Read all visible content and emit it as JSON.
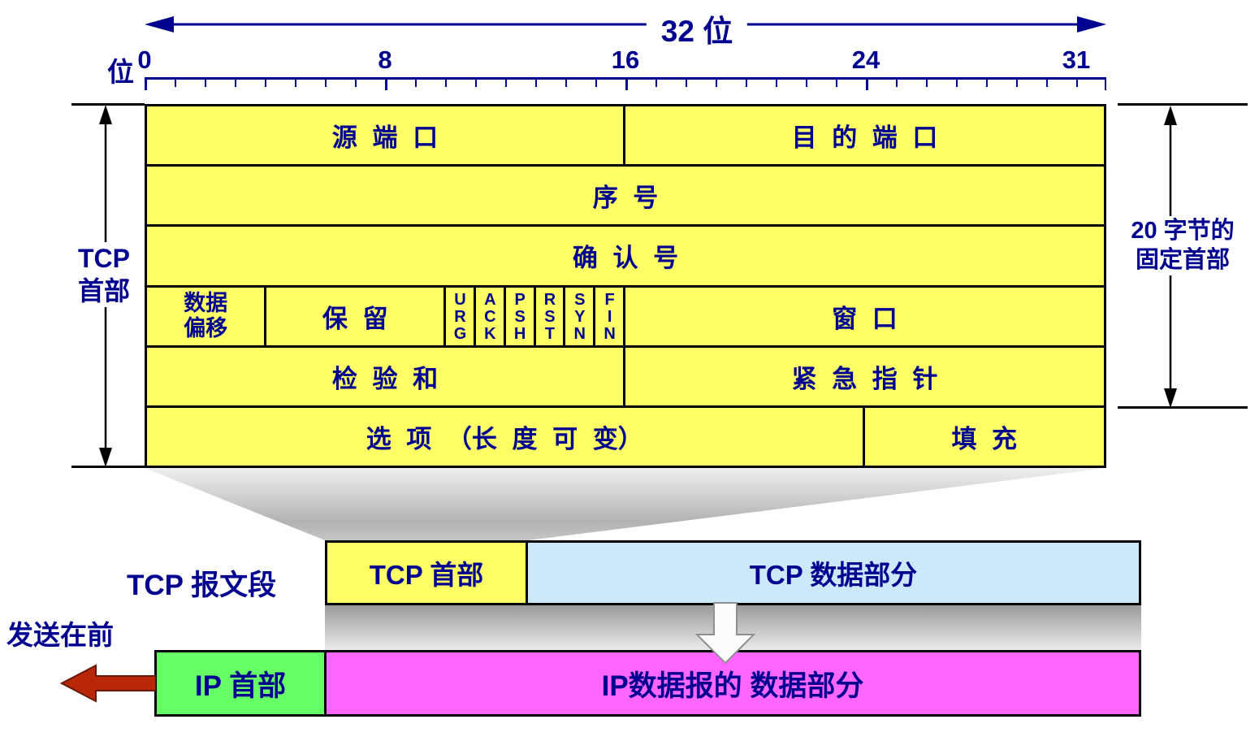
{
  "colors": {
    "text_navy": "#000090",
    "field_yellow": "#FFFF66",
    "tcp_data_blue": "#CBE9FA",
    "ip_header_green": "#66FF66",
    "ip_data_magenta": "#FF66FF",
    "send_arrow_red": "#B82708"
  },
  "top": {
    "width_label": "32 位",
    "bit_unit_label": "位",
    "ruler_ticks": [
      "0",
      "8",
      "16",
      "24",
      "31"
    ]
  },
  "header_table": {
    "source_port": "源 端 口",
    "dest_port": "目 的 端 口",
    "sequence_number": "序 号",
    "ack_number": "确 认 号",
    "data_offset": "数据\n偏移",
    "reserved": "保 留",
    "flags": [
      "URG",
      "ACK",
      "PSH",
      "RST",
      "SYN",
      "FIN"
    ],
    "window": "窗 口",
    "checksum": "检 验 和",
    "urgent_pointer": "紧 急 指 针",
    "options": "选 项 （长 度 可 变）",
    "padding": "填 充"
  },
  "annotations": {
    "tcp_header_span": "TCP\n首部",
    "fixed_header_span": "20 字节的\n固定首部"
  },
  "segment_row": {
    "label": "TCP 报文段",
    "tcp_header": "TCP 首部",
    "tcp_data": "TCP 数据部分"
  },
  "ip_row": {
    "send_first": "发送在前",
    "ip_header": "IP 首部",
    "ip_data": "IP数据报的 数据部分"
  },
  "icons": {
    "bit_width_arrow": "horizontal-double-arrow",
    "tcp_header_span_arrow": "vertical-double-arrow",
    "fixed_header_span_arrow": "vertical-double-arrow",
    "flow_down_arrow": "down-block-arrow",
    "send_direction_arrow": "left-block-arrow"
  }
}
